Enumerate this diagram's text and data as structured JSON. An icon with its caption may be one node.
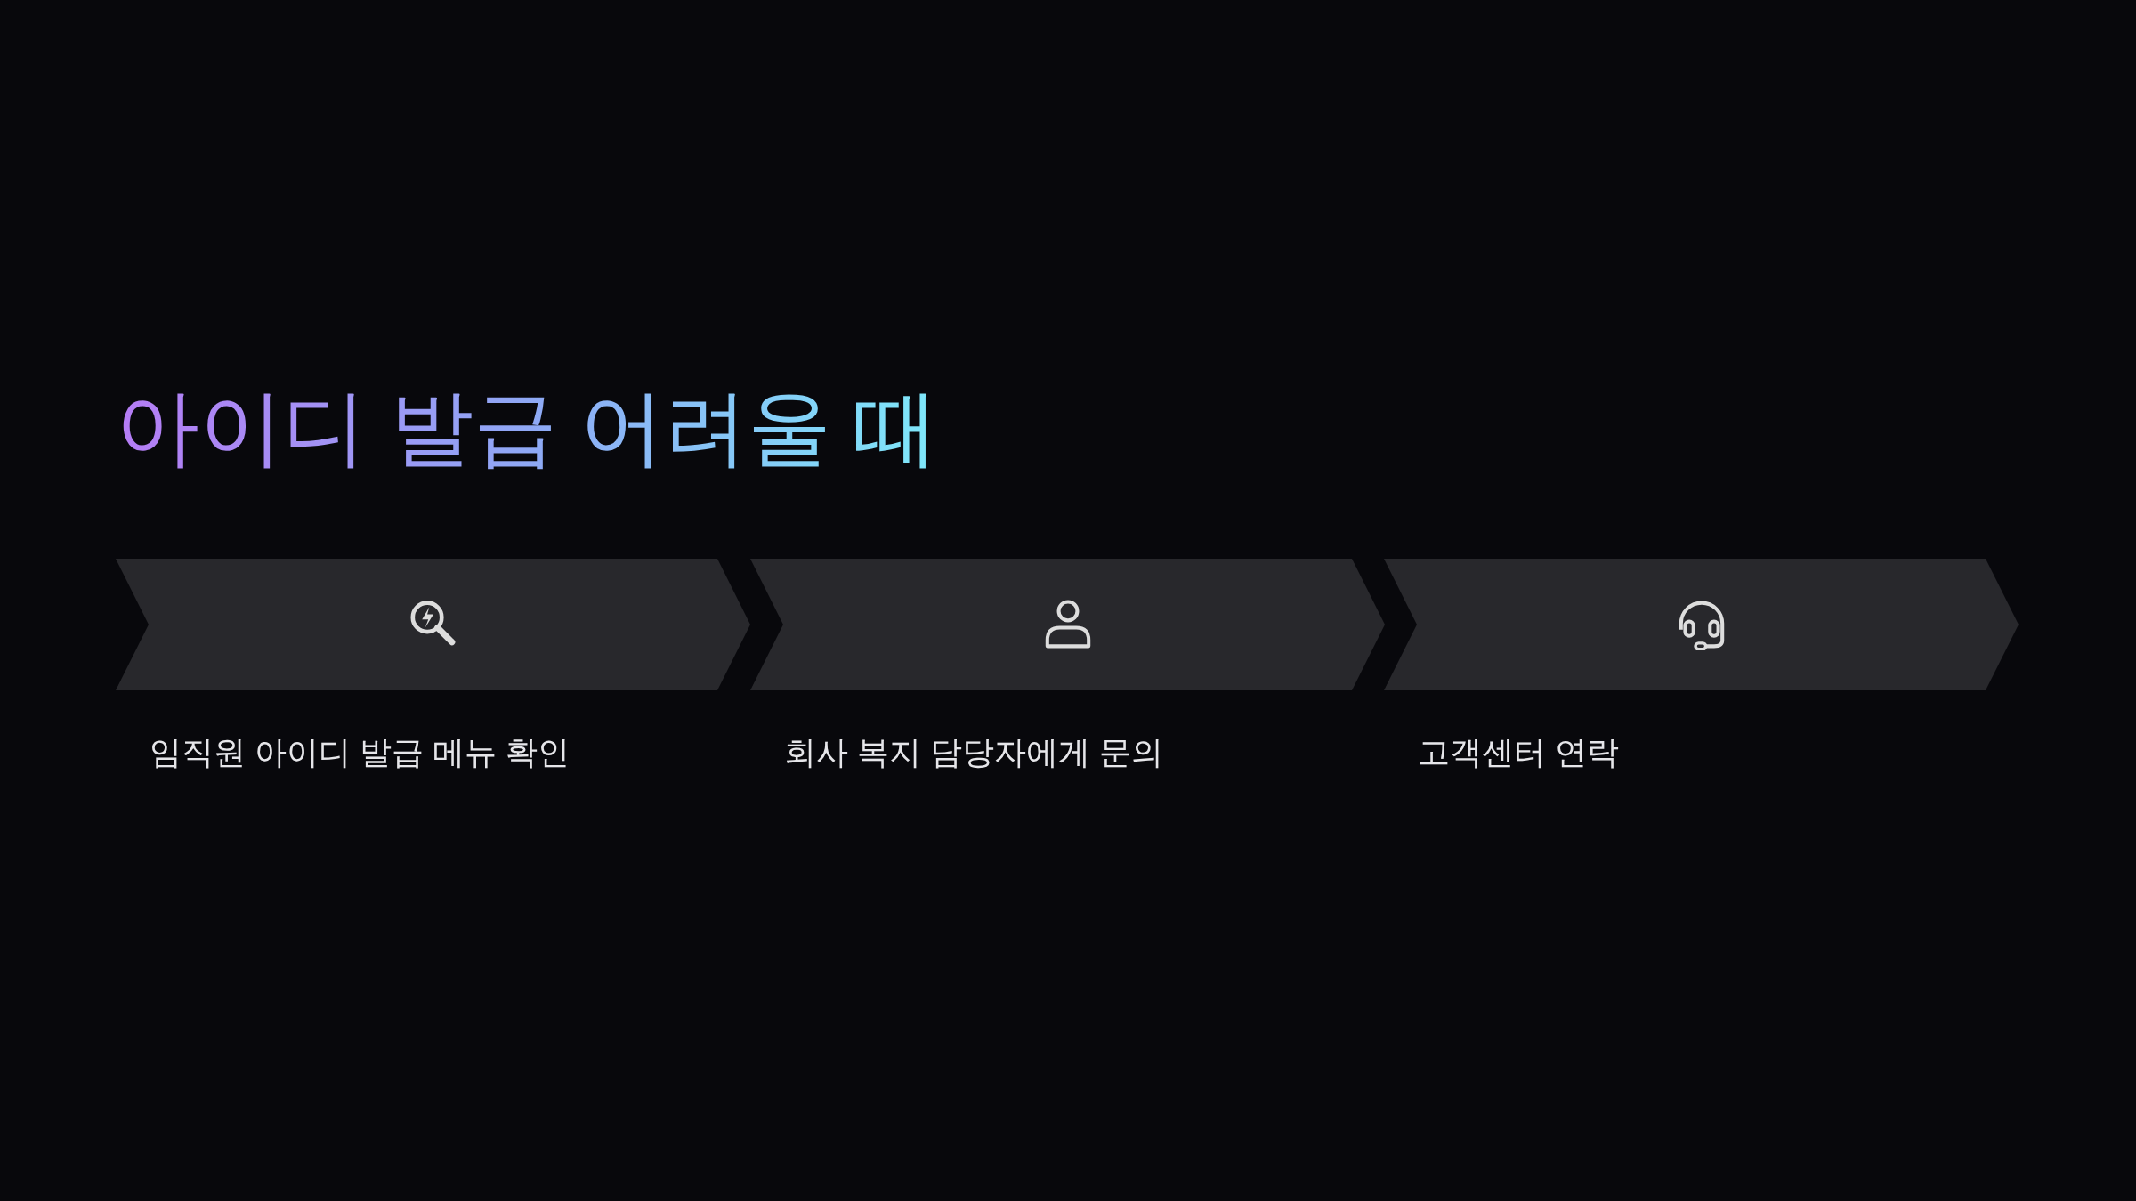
{
  "diagram": {
    "title": "아이디 발급 어려울 때",
    "nodes": [
      {
        "text": [
          "임직원 아이디 발급 메뉴 확인"
        ]
      },
      {
        "text": [
          "회사 복지 담당자에게 문의"
        ]
      },
      {
        "text": [
          "고객센터 연락"
        ]
      }
    ]
  }
}
